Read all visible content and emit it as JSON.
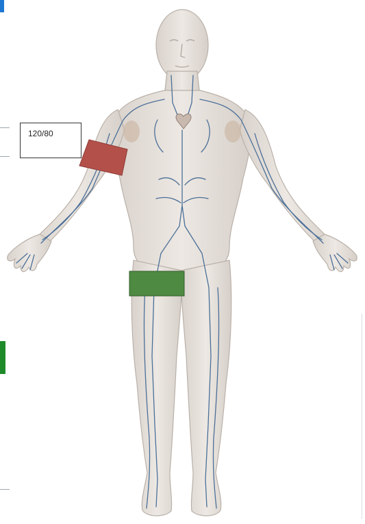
{
  "bp_readout": {
    "value": "120/80"
  },
  "arm_cuff": {
    "name": "arm-cuff",
    "color": "#b4504a",
    "icon": "blood-pressure-cuff-icon"
  },
  "thigh_cuff": {
    "name": "thigh-cuff",
    "color": "#4e8a42",
    "icon": "tourniquet-band-icon"
  },
  "body": {
    "skin_color": "#e8e2dd",
    "vessel_color": "#4a6f98"
  },
  "edge_markers": {
    "blue": "#1e78d2",
    "green": "#1f8a2a"
  }
}
